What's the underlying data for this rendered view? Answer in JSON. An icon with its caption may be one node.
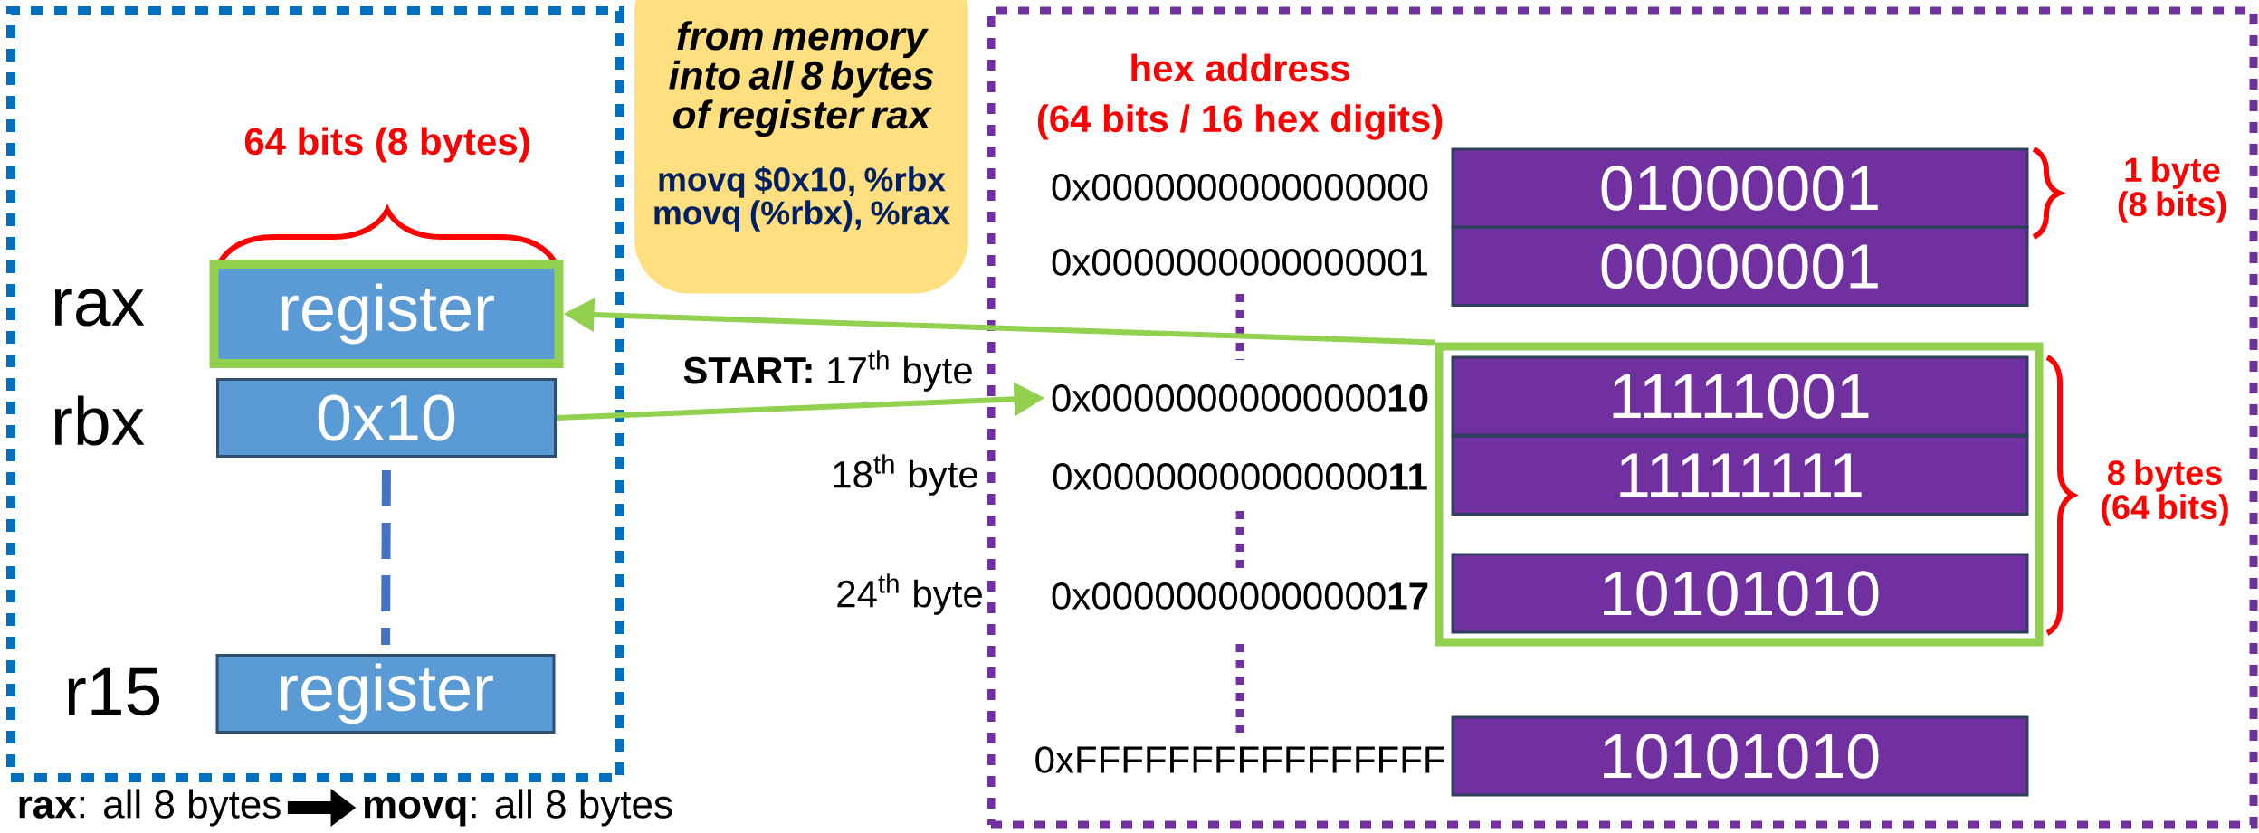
{
  "diagram": {
    "nodes": [
      {
        "text": [],
        "shape": "box"
      },
      {
        "text": [
          "register"
        ],
        "in": 0,
        "beside": [
          "rax"
        ]
      },
      {
        "text": [
          "0x10"
        ],
        "in": 0,
        "beside": [
          "rbx"
        ]
      },
      {
        "text": [
          "register"
        ],
        "in": 0,
        "beside": [
          "r15"
        ]
      },
      {
        "text": [
          "from memory into all 8 bytes of register rax",
          "movq $0x10, %rbx",
          "movq (%rbx), %rax"
        ]
      },
      {
        "text": [],
        "shape": "box"
      },
      {
        "text": [
          "0x00000000000000**10**"
        ],
        "in": 5
      },
      {
        "text": [
          "01000001"
        ],
        "in": 5
      },
      {
        "text": [
          "00000001"
        ],
        "in": 5
      },
      {
        "text": [],
        "shape": "box",
        "in": 5
      },
      {
        "text": [
          "11111001"
        ],
        "in": 9
      },
      {
        "text": [
          "11111111"
        ],
        "in": 9
      },
      {
        "text": [
          "10101010"
        ],
        "in": 9
      },
      {
        "text": [
          "10101010"
        ],
        "in": 5
      },
      {
        "text": [
          "**rax**: all 8 bytes"
        ]
      },
      {
        "text": [
          "**movq**: all 8 bytes"
        ]
      }
    ],
    "edges": [
      {
        "from": 2,
        "to": 6,
        "arrow": "to"
      },
      {
        "from": 2,
        "to": 3,
        "arrow": "none",
        "style": "dashed",
        "color": "#4472c4"
      },
      {
        "from": 9,
        "to": 1,
        "arrow": "to"
      },
      {
        "from": 14,
        "to": 15,
        "arrow": "to",
        "style": "thick",
        "color": "#000000"
      }
    ],
    "labels": [
      "64 bits (8 bytes)",
      "hex address",
      "(64 bits / 16 hex digits)",
      "0x0000000000000000",
      "0x0000000000000001",
      "**START:** 17$^{th}$ byte",
      "18$^{th}$ byte",
      "0x00000000000000**11**",
      "24$^{th}$ byte",
      "0x00000000000000**17**",
      "0xFFFFFFFFFFFFFFFF",
      "1 byte (8 bits)",
      "8 bytes (64 bits)"
    ]
  }
}
